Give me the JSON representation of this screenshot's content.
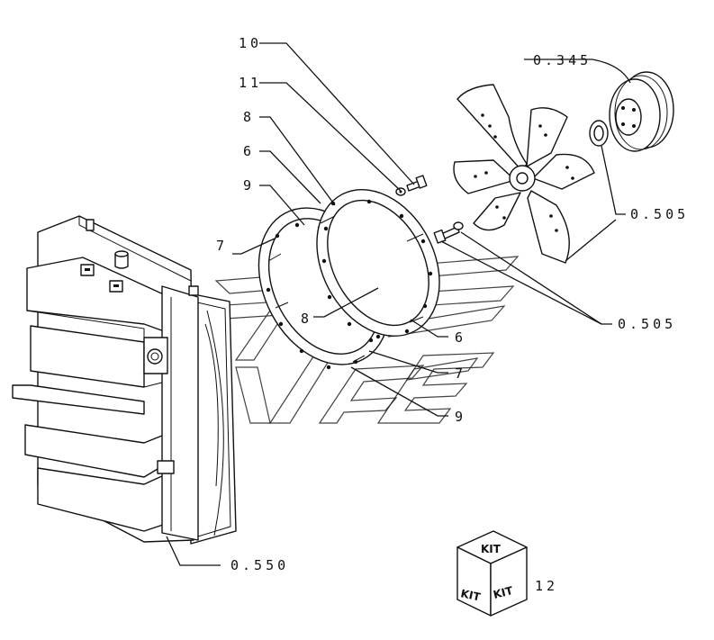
{
  "callouts": {
    "c10": "10",
    "c11": "11",
    "c8_top": "8",
    "c6_top": "6",
    "c9_top": "9",
    "c7_left": "7",
    "c8_mid": "8",
    "c6_right": "6",
    "c7_right": "7",
    "c9_bottom": "9",
    "c0345": "0.345",
    "c0505_top": "0.505",
    "c0505_mid": "0.505",
    "c0550": "0.550",
    "c12": "12"
  },
  "kit_box": {
    "top_text": "KIT",
    "left_text": "KIT",
    "right_text": "KIT"
  }
}
